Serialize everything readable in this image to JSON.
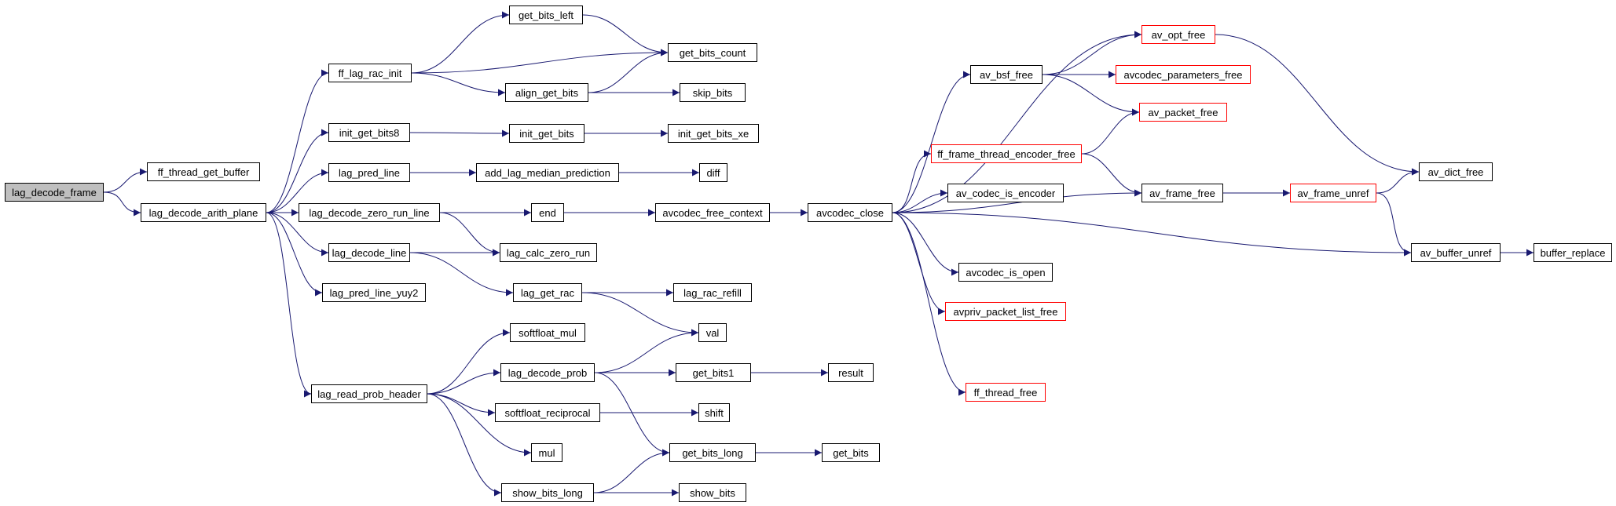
{
  "graph": {
    "colors": {
      "edge": "#191970",
      "node_border": "#000000",
      "linked_border": "#ff0000",
      "root_fill": "#bfbfbf",
      "background": "#ffffff"
    },
    "nodes": [
      {
        "id": "lag_decode_frame",
        "label": "lag_decode_frame",
        "root": true
      },
      {
        "id": "ff_thread_get_buffer",
        "label": "ff_thread_get_buffer"
      },
      {
        "id": "lag_decode_arith_plane",
        "label": "lag_decode_arith_plane"
      },
      {
        "id": "ff_lag_rac_init",
        "label": "ff_lag_rac_init"
      },
      {
        "id": "init_get_bits8",
        "label": "init_get_bits8"
      },
      {
        "id": "lag_pred_line",
        "label": "lag_pred_line"
      },
      {
        "id": "lag_decode_zero_run_line",
        "label": "lag_decode_zero_run_line"
      },
      {
        "id": "lag_decode_line",
        "label": "lag_decode_line"
      },
      {
        "id": "lag_pred_line_yuy2",
        "label": "lag_pred_line_yuy2"
      },
      {
        "id": "lag_read_prob_header",
        "label": "lag_read_prob_header"
      },
      {
        "id": "get_bits_left",
        "label": "get_bits_left"
      },
      {
        "id": "get_bits_count",
        "label": "get_bits_count"
      },
      {
        "id": "align_get_bits",
        "label": "align_get_bits"
      },
      {
        "id": "skip_bits",
        "label": "skip_bits"
      },
      {
        "id": "init_get_bits",
        "label": "init_get_bits"
      },
      {
        "id": "init_get_bits_xe",
        "label": "init_get_bits_xe"
      },
      {
        "id": "add_lag_median_prediction",
        "label": "add_lag_median_prediction"
      },
      {
        "id": "diff",
        "label": "diff"
      },
      {
        "id": "end",
        "label": "end"
      },
      {
        "id": "lag_calc_zero_run",
        "label": "lag_calc_zero_run"
      },
      {
        "id": "lag_get_rac",
        "label": "lag_get_rac"
      },
      {
        "id": "lag_rac_refill",
        "label": "lag_rac_refill"
      },
      {
        "id": "val",
        "label": "val"
      },
      {
        "id": "softfloat_mul",
        "label": "softfloat_mul"
      },
      {
        "id": "lag_decode_prob",
        "label": "lag_decode_prob"
      },
      {
        "id": "get_bits1",
        "label": "get_bits1"
      },
      {
        "id": "result",
        "label": "result"
      },
      {
        "id": "softfloat_reciprocal",
        "label": "softfloat_reciprocal"
      },
      {
        "id": "shift",
        "label": "shift"
      },
      {
        "id": "mul",
        "label": "mul"
      },
      {
        "id": "get_bits_long",
        "label": "get_bits_long"
      },
      {
        "id": "get_bits",
        "label": "get_bits"
      },
      {
        "id": "show_bits_long",
        "label": "show_bits_long"
      },
      {
        "id": "show_bits",
        "label": "show_bits"
      },
      {
        "id": "avcodec_free_context",
        "label": "avcodec_free_context"
      },
      {
        "id": "avcodec_close",
        "label": "avcodec_close"
      },
      {
        "id": "av_opt_free",
        "label": "av_opt_free",
        "linked": true
      },
      {
        "id": "av_bsf_free",
        "label": "av_bsf_free"
      },
      {
        "id": "avcodec_parameters_free",
        "label": "avcodec_parameters_free",
        "linked": true
      },
      {
        "id": "av_packet_free",
        "label": "av_packet_free",
        "linked": true
      },
      {
        "id": "ff_frame_thread_encoder_free",
        "label": "ff_frame_thread_encoder_free",
        "linked": true
      },
      {
        "id": "av_codec_is_encoder",
        "label": "av_codec_is_encoder"
      },
      {
        "id": "av_frame_free",
        "label": "av_frame_free"
      },
      {
        "id": "av_frame_unref",
        "label": "av_frame_unref",
        "linked": true
      },
      {
        "id": "av_dict_free",
        "label": "av_dict_free"
      },
      {
        "id": "av_buffer_unref",
        "label": "av_buffer_unref"
      },
      {
        "id": "buffer_replace",
        "label": "buffer_replace"
      },
      {
        "id": "avcodec_is_open",
        "label": "avcodec_is_open"
      },
      {
        "id": "avpriv_packet_list_free",
        "label": "avpriv_packet_list_free",
        "linked": true
      },
      {
        "id": "ff_thread_free",
        "label": "ff_thread_free",
        "linked": true
      }
    ],
    "edges": [
      [
        "lag_decode_frame",
        "ff_thread_get_buffer"
      ],
      [
        "lag_decode_frame",
        "lag_decode_arith_plane"
      ],
      [
        "lag_decode_arith_plane",
        "ff_lag_rac_init"
      ],
      [
        "lag_decode_arith_plane",
        "init_get_bits8"
      ],
      [
        "lag_decode_arith_plane",
        "lag_pred_line"
      ],
      [
        "lag_decode_arith_plane",
        "lag_decode_zero_run_line"
      ],
      [
        "lag_decode_arith_plane",
        "lag_decode_line"
      ],
      [
        "lag_decode_arith_plane",
        "lag_pred_line_yuy2"
      ],
      [
        "lag_decode_arith_plane",
        "lag_read_prob_header"
      ],
      [
        "ff_lag_rac_init",
        "get_bits_left"
      ],
      [
        "ff_lag_rac_init",
        "get_bits_count"
      ],
      [
        "ff_lag_rac_init",
        "align_get_bits"
      ],
      [
        "get_bits_left",
        "get_bits_count"
      ],
      [
        "align_get_bits",
        "get_bits_count"
      ],
      [
        "align_get_bits",
        "skip_bits"
      ],
      [
        "init_get_bits8",
        "init_get_bits"
      ],
      [
        "init_get_bits",
        "init_get_bits_xe"
      ],
      [
        "lag_pred_line",
        "add_lag_median_prediction"
      ],
      [
        "add_lag_median_prediction",
        "diff"
      ],
      [
        "lag_decode_zero_run_line",
        "end"
      ],
      [
        "lag_decode_zero_run_line",
        "lag_calc_zero_run"
      ],
      [
        "lag_decode_line",
        "lag_calc_zero_run"
      ],
      [
        "lag_decode_line",
        "lag_get_rac"
      ],
      [
        "lag_get_rac",
        "lag_rac_refill"
      ],
      [
        "lag_get_rac",
        "val"
      ],
      [
        "lag_read_prob_header",
        "softfloat_mul"
      ],
      [
        "lag_read_prob_header",
        "lag_decode_prob"
      ],
      [
        "lag_read_prob_header",
        "softfloat_reciprocal"
      ],
      [
        "lag_read_prob_header",
        "mul"
      ],
      [
        "lag_read_prob_header",
        "show_bits_long"
      ],
      [
        "lag_decode_prob",
        "val"
      ],
      [
        "lag_decode_prob",
        "get_bits1"
      ],
      [
        "lag_decode_prob",
        "get_bits_long"
      ],
      [
        "get_bits1",
        "result"
      ],
      [
        "softfloat_reciprocal",
        "shift"
      ],
      [
        "get_bits_long",
        "get_bits"
      ],
      [
        "show_bits_long",
        "get_bits_long"
      ],
      [
        "show_bits_long",
        "show_bits"
      ],
      [
        "end",
        "avcodec_free_context"
      ],
      [
        "avcodec_free_context",
        "avcodec_close"
      ],
      [
        "avcodec_close",
        "av_opt_free"
      ],
      [
        "avcodec_close",
        "av_bsf_free"
      ],
      [
        "avcodec_close",
        "ff_frame_thread_encoder_free"
      ],
      [
        "avcodec_close",
        "av_codec_is_encoder"
      ],
      [
        "avcodec_close",
        "av_frame_free"
      ],
      [
        "avcodec_close",
        "avcodec_is_open"
      ],
      [
        "avcodec_close",
        "avpriv_packet_list_free"
      ],
      [
        "avcodec_close",
        "ff_thread_free"
      ],
      [
        "avcodec_close",
        "av_buffer_unref"
      ],
      [
        "av_bsf_free",
        "av_opt_free"
      ],
      [
        "av_bsf_free",
        "avcodec_parameters_free"
      ],
      [
        "av_bsf_free",
        "av_packet_free"
      ],
      [
        "ff_frame_thread_encoder_free",
        "av_packet_free"
      ],
      [
        "ff_frame_thread_encoder_free",
        "av_frame_free"
      ],
      [
        "av_opt_free",
        "av_dict_free"
      ],
      [
        "av_frame_free",
        "av_frame_unref"
      ],
      [
        "av_frame_unref",
        "av_dict_free"
      ],
      [
        "av_frame_unref",
        "av_buffer_unref"
      ],
      [
        "av_buffer_unref",
        "buffer_replace"
      ]
    ]
  }
}
